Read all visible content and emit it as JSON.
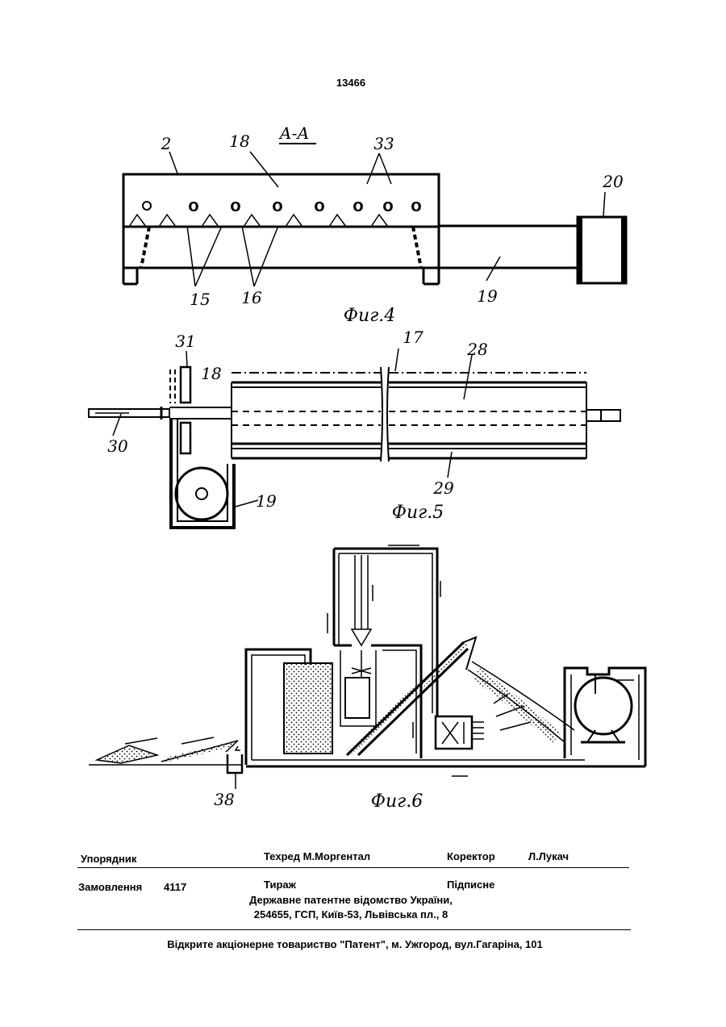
{
  "page_number": "13466",
  "figure4": {
    "section_label": "А-А",
    "caption": "Фиг.4",
    "callouts": [
      "2",
      "18",
      "33",
      "20",
      "15",
      "16",
      "19"
    ]
  },
  "figure5": {
    "caption": "Фиг.5",
    "callouts": [
      "31",
      "18",
      "17",
      "28",
      "30",
      "19",
      "29"
    ]
  },
  "figure6": {
    "caption": "Фиг.6",
    "callouts": [
      "38"
    ]
  },
  "footer": {
    "compiler_label": "Упорядник",
    "techred": "Техред М.Моргентал",
    "corrector_label": "Коректор",
    "corrector_name": "Л.Лукач",
    "order_label": "Замовлення",
    "order_number": "4117",
    "circulation_label": "Тираж",
    "signed_label": "Підписне",
    "office_line1": "Державне патентне відомство України,",
    "office_line2": "254655, ГСП, Київ-53, Львівська пл., 8",
    "publisher": "Відкрите акціонерне товариство \"Патент\", м. Ужгород, вул.Гагаріна, 101"
  }
}
